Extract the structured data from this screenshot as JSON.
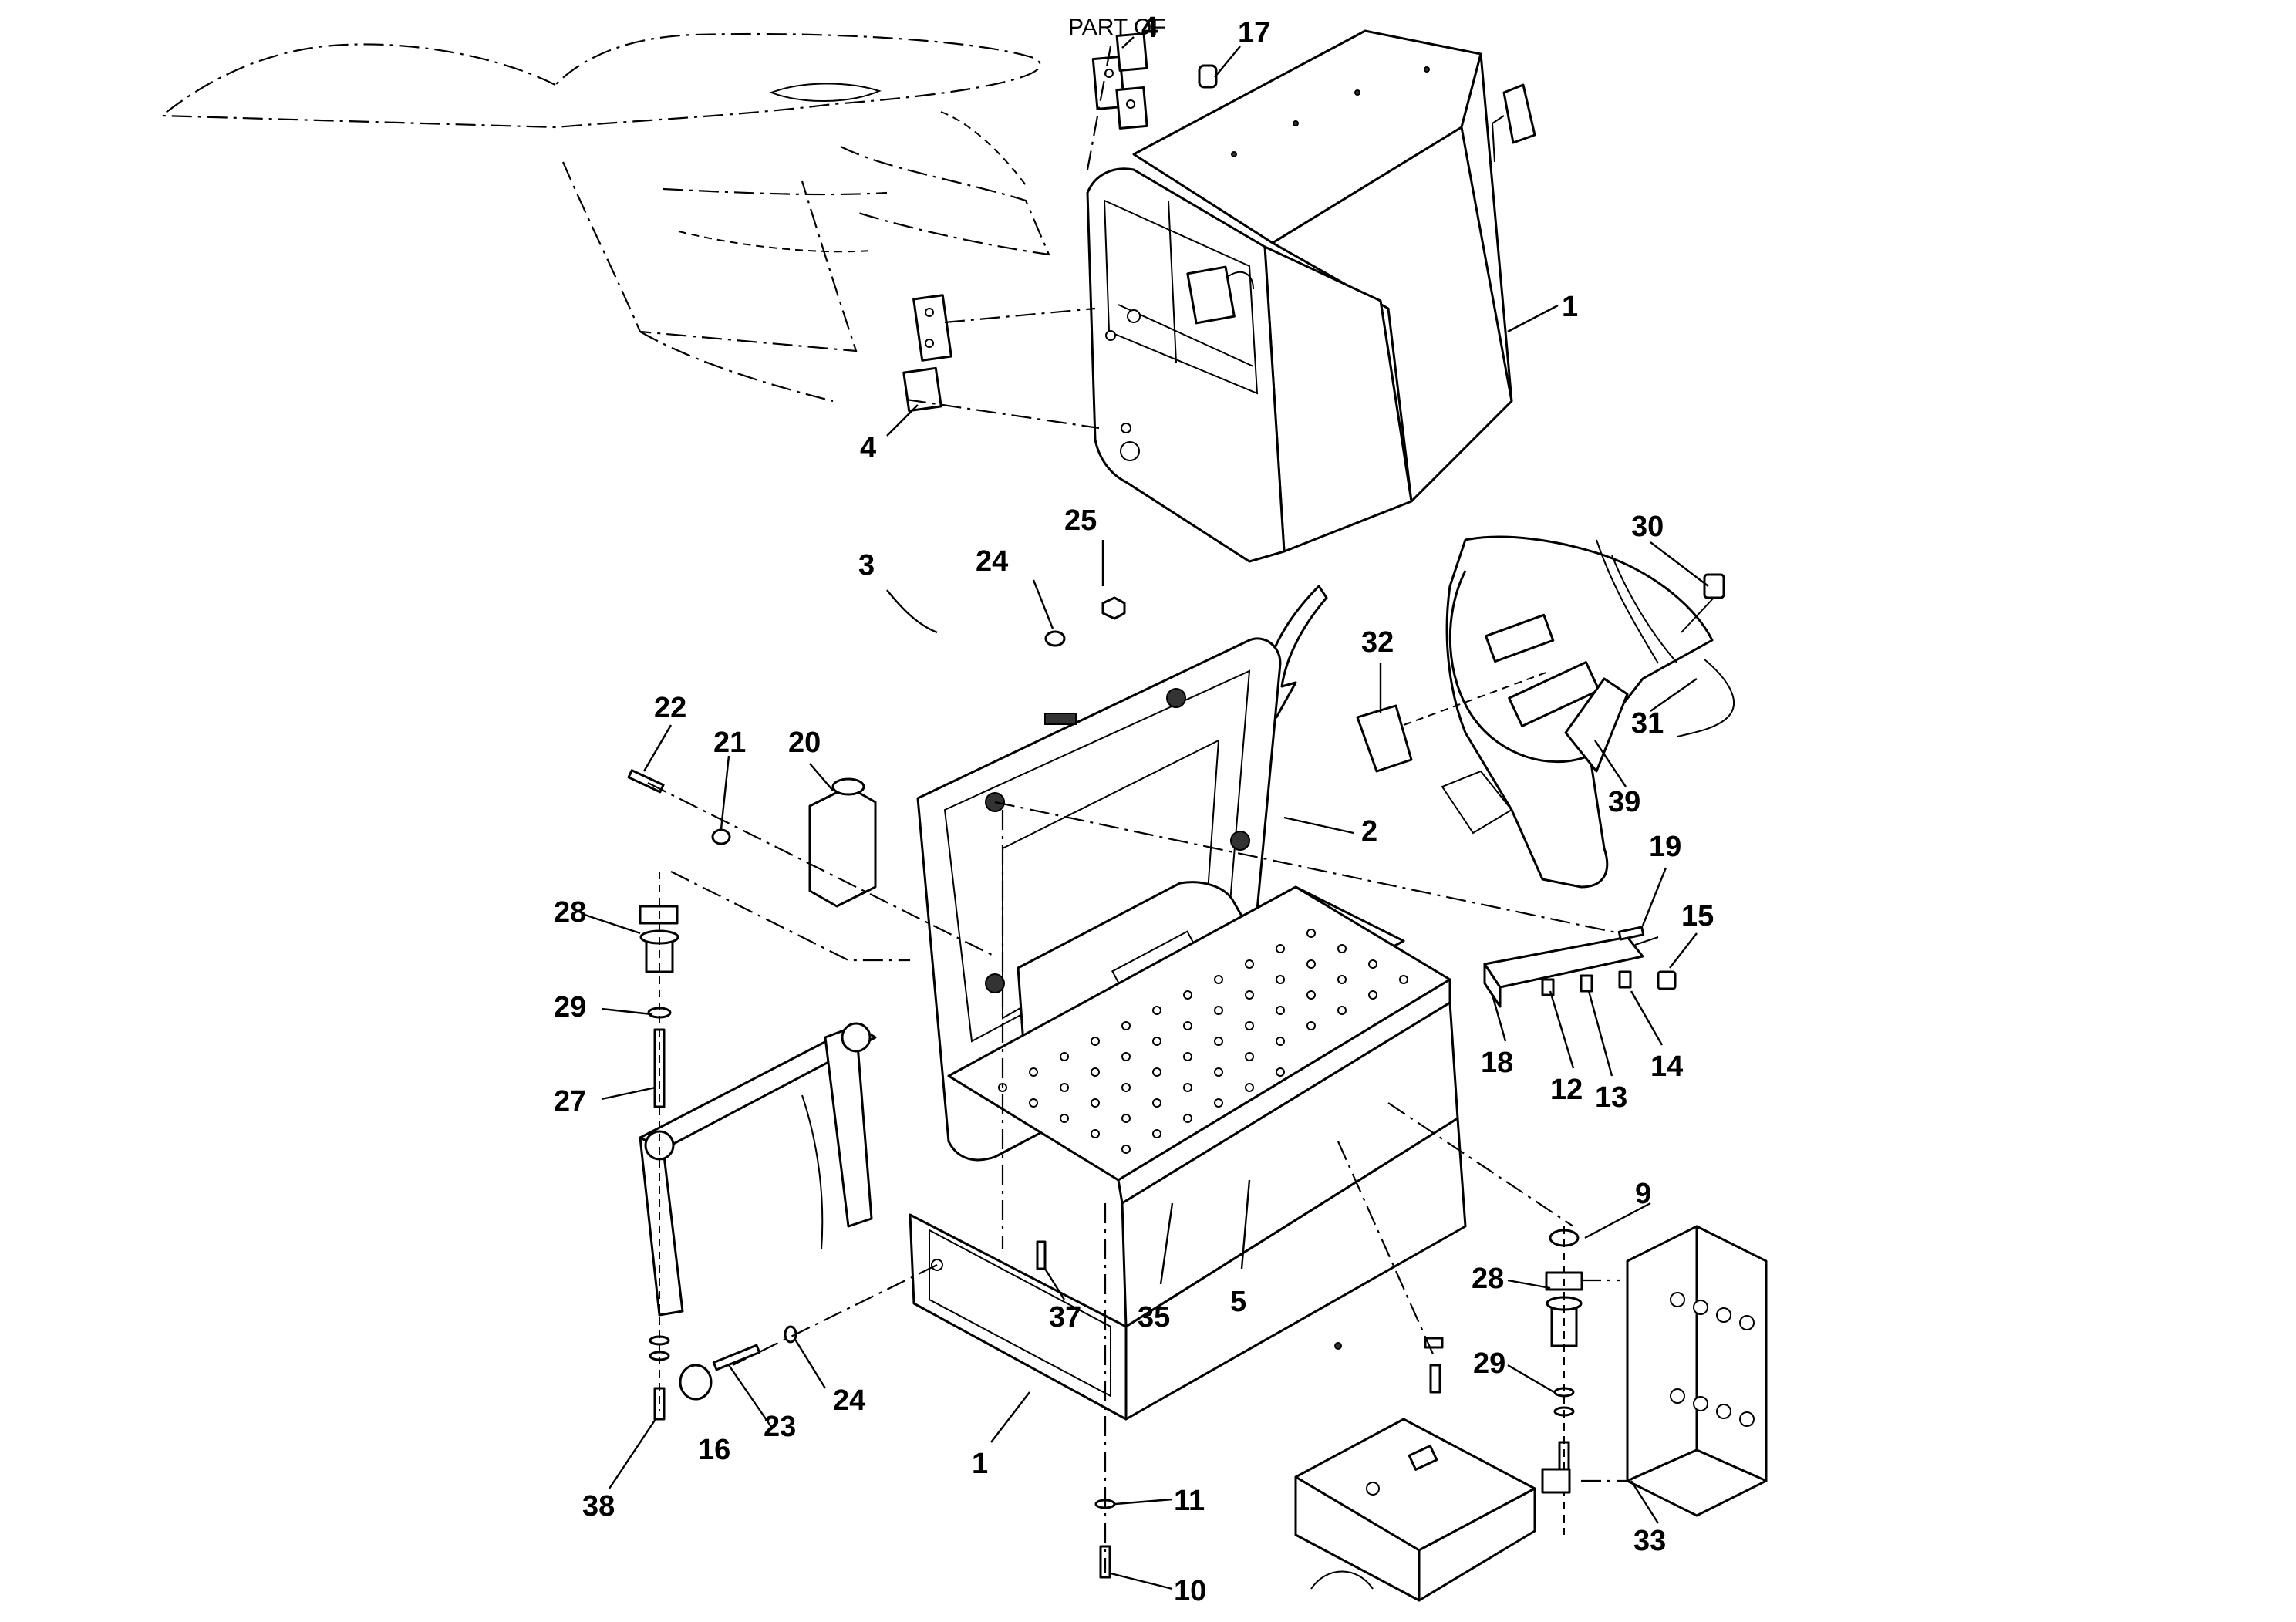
{
  "figure": {
    "caption": "PART OF"
  },
  "callouts": [
    {
      "id": "c4a",
      "label": "4"
    },
    {
      "id": "c17",
      "label": "17"
    },
    {
      "id": "c1a",
      "label": "1"
    },
    {
      "id": "c4b",
      "label": "4"
    },
    {
      "id": "c25",
      "label": "25"
    },
    {
      "id": "c3",
      "label": "3"
    },
    {
      "id": "c24a",
      "label": "24"
    },
    {
      "id": "c30",
      "label": "30"
    },
    {
      "id": "c32",
      "label": "32"
    },
    {
      "id": "c31",
      "label": "31"
    },
    {
      "id": "c22",
      "label": "22"
    },
    {
      "id": "c21",
      "label": "21"
    },
    {
      "id": "c20",
      "label": "20"
    },
    {
      "id": "c39",
      "label": "39"
    },
    {
      "id": "c2",
      "label": "2"
    },
    {
      "id": "c19",
      "label": "19"
    },
    {
      "id": "c15",
      "label": "15"
    },
    {
      "id": "c28a",
      "label": "28"
    },
    {
      "id": "c29a",
      "label": "29"
    },
    {
      "id": "c18",
      "label": "18"
    },
    {
      "id": "c12",
      "label": "12"
    },
    {
      "id": "c13",
      "label": "13"
    },
    {
      "id": "c14",
      "label": "14"
    },
    {
      "id": "c27",
      "label": "27"
    },
    {
      "id": "c9",
      "label": "9"
    },
    {
      "id": "c37",
      "label": "37"
    },
    {
      "id": "c35",
      "label": "35"
    },
    {
      "id": "c5",
      "label": "5"
    },
    {
      "id": "c28b",
      "label": "28"
    },
    {
      "id": "c24b",
      "label": "24"
    },
    {
      "id": "c29b",
      "label": "29"
    },
    {
      "id": "c16",
      "label": "16"
    },
    {
      "id": "c23",
      "label": "23"
    },
    {
      "id": "c1b",
      "label": "1"
    },
    {
      "id": "c38",
      "label": "38"
    },
    {
      "id": "c11",
      "label": "11"
    },
    {
      "id": "c33",
      "label": "33"
    },
    {
      "id": "c10",
      "label": "10"
    }
  ]
}
